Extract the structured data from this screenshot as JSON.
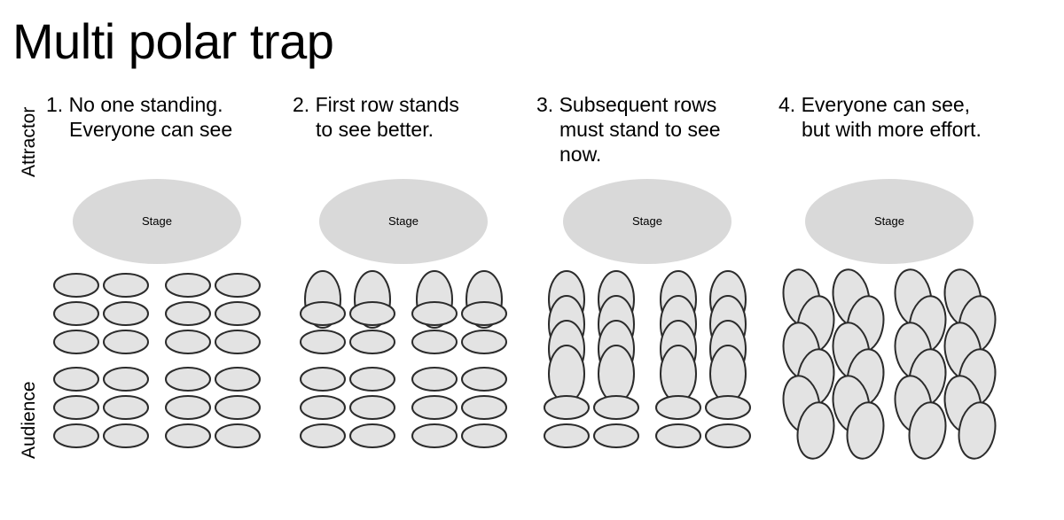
{
  "page": {
    "title": "Multi polar trap",
    "background_color": "#ffffff",
    "text_color": "#000000"
  },
  "axis_labels": {
    "top": "Attractor",
    "bottom": "Audience"
  },
  "colors": {
    "stage_fill": "#d9d9d9",
    "person_fill": "#e3e3e3",
    "person_stroke": "#2b2b2b"
  },
  "stage_label": "Stage",
  "panels": [
    {
      "number": "1.",
      "caption": "1. No one standing.\nEveryone can see",
      "stage_label": "Stage",
      "rows": [
        {
          "state": "seated",
          "count": 4
        },
        {
          "state": "seated",
          "count": 4
        },
        {
          "state": "seated",
          "count": 4
        },
        {
          "state": "seated",
          "count": 4
        },
        {
          "state": "seated",
          "count": 4
        },
        {
          "state": "seated",
          "count": 4
        }
      ],
      "standing_rows": 0,
      "seated_rows": 6
    },
    {
      "number": "2.",
      "caption": "2. First row stands\nto see better.",
      "stage_label": "Stage",
      "rows": [
        {
          "state": "standing",
          "count": 4
        },
        {
          "state": "seated",
          "count": 4
        },
        {
          "state": "seated",
          "count": 4
        },
        {
          "state": "seated",
          "count": 4
        },
        {
          "state": "seated",
          "count": 4
        },
        {
          "state": "seated",
          "count": 4
        }
      ],
      "standing_rows": 1,
      "seated_rows": 5
    },
    {
      "number": "3.",
      "caption": "3. Subsequent rows\nmust stand to see\nnow.",
      "stage_label": "Stage",
      "rows": [
        {
          "state": "standing",
          "count": 4
        },
        {
          "state": "standing",
          "count": 4
        },
        {
          "state": "standing",
          "count": 4
        },
        {
          "state": "standing",
          "count": 4
        },
        {
          "state": "seated",
          "count": 4
        },
        {
          "state": "seated",
          "count": 4
        }
      ],
      "standing_rows": 4,
      "seated_rows": 2
    },
    {
      "number": "4.",
      "caption": "4. Everyone can see,\nbut with more effort.",
      "stage_label": "Stage",
      "rows": [
        {
          "state": "standing",
          "count": 4
        },
        {
          "state": "standing",
          "count": 4
        },
        {
          "state": "standing",
          "count": 4
        },
        {
          "state": "standing",
          "count": 4
        },
        {
          "state": "standing",
          "count": 4
        },
        {
          "state": "standing",
          "count": 4
        }
      ],
      "standing_rows": 6,
      "seated_rows": 0
    }
  ],
  "layout": {
    "columns_per_row": 4,
    "rows_per_panel": 6,
    "column_x": [
      34,
      90,
      160,
      216
    ],
    "seated_rx": 25,
    "seated_ry": 13,
    "standing_rx": 20,
    "standing_ry": 32
  }
}
